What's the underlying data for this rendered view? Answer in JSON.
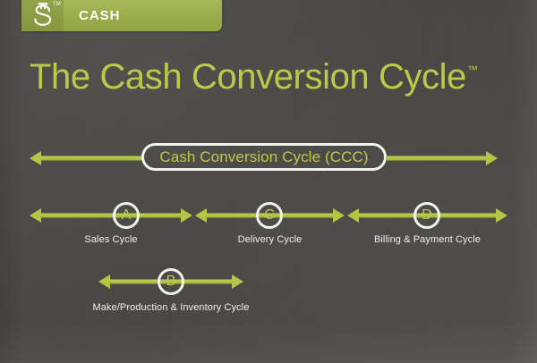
{
  "meta": {
    "background_color": "#4a4845",
    "accent_green": "#b3c743",
    "text_green": "#b9cb4a",
    "white": "#f2f2ef"
  },
  "header": {
    "logo_icon": "dollar-sign-icon",
    "logo_tm": "TM",
    "tab_label": "CASH"
  },
  "title": {
    "text": "The Cash Conversion Cycle",
    "tm": "™"
  },
  "ccc": {
    "label": "Cash Conversion Cycle (CCC)"
  },
  "segments": [
    {
      "letter": "A",
      "label": "Sales Cycle"
    },
    {
      "letter": "C",
      "label": "Delivery Cycle"
    },
    {
      "letter": "D",
      "label": "Billing & Payment Cycle"
    }
  ],
  "sub_segment": {
    "letter": "B",
    "label": "Make/Production & Inventory Cycle"
  }
}
